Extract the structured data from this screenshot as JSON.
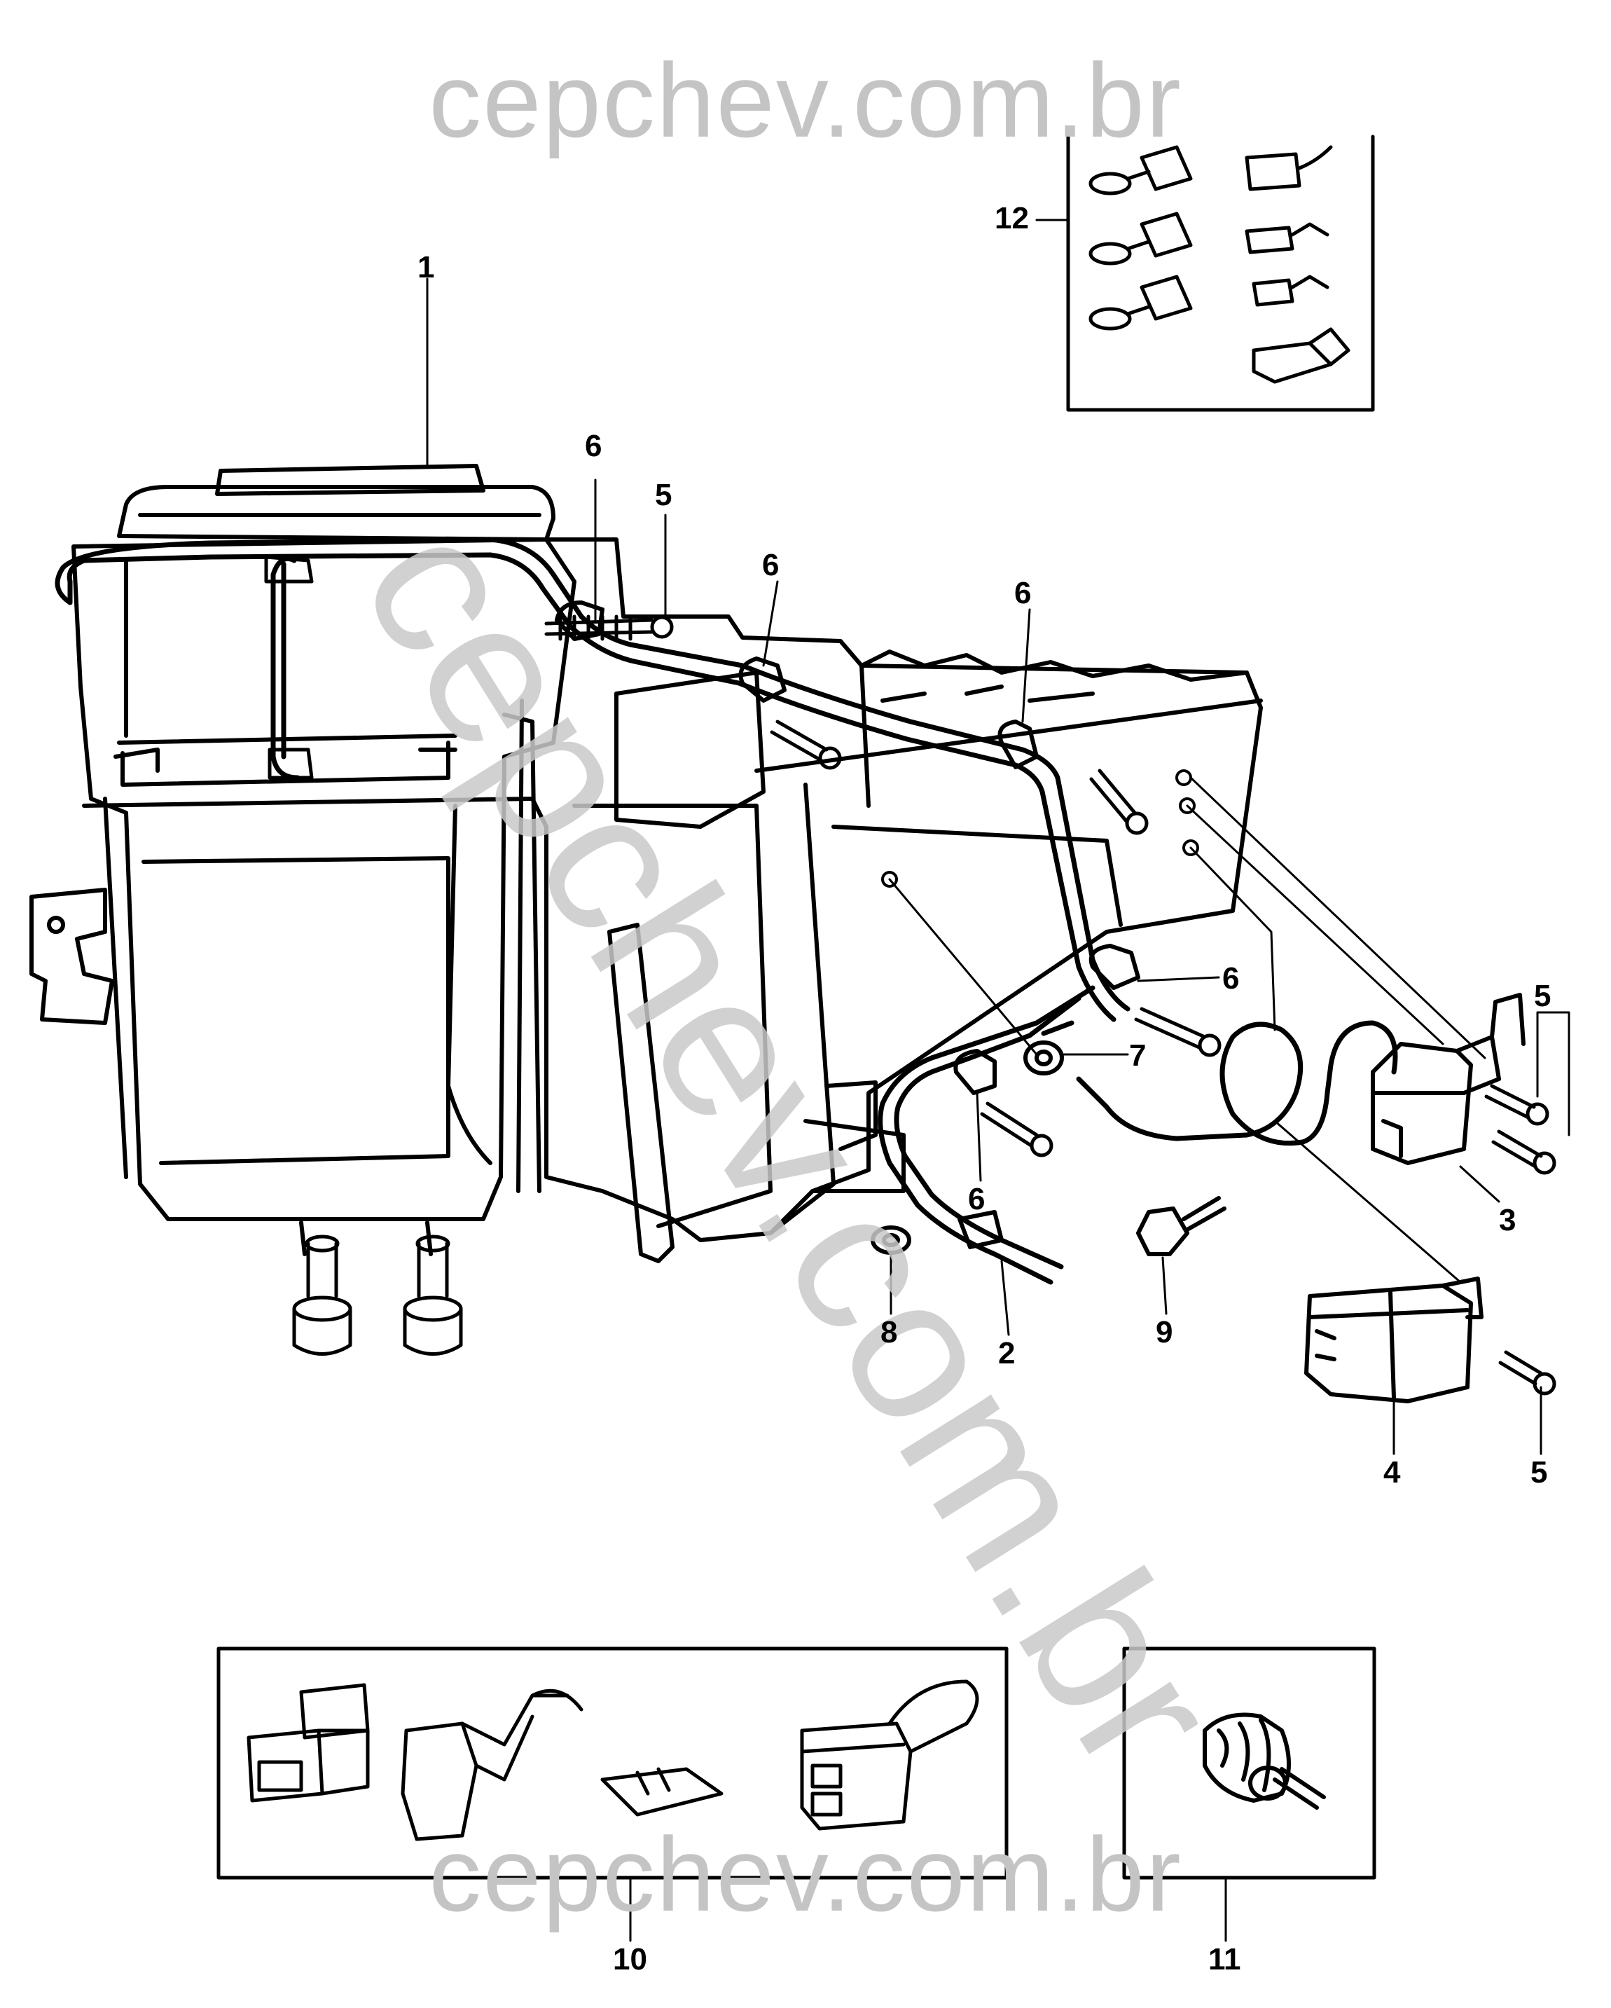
{
  "watermark": {
    "top": "cepchev.com.br",
    "diagonal": "cepchev.com.br",
    "bottom": "cepchev.com.br"
  },
  "callouts": {
    "c1": "1",
    "c12": "12",
    "c6a": "6",
    "c5a": "5",
    "c6b": "6",
    "c6c": "6",
    "c6d": "6",
    "c5b": "5",
    "c7": "7",
    "c6e": "6",
    "c3": "3",
    "c8": "8",
    "c2": "2",
    "c9": "9",
    "c4": "4",
    "c5c": "5",
    "c10": "10",
    "c11": "11"
  },
  "colors": {
    "ink": "#000000",
    "watermark": "#c4c4c4",
    "paper": "#ffffff"
  }
}
